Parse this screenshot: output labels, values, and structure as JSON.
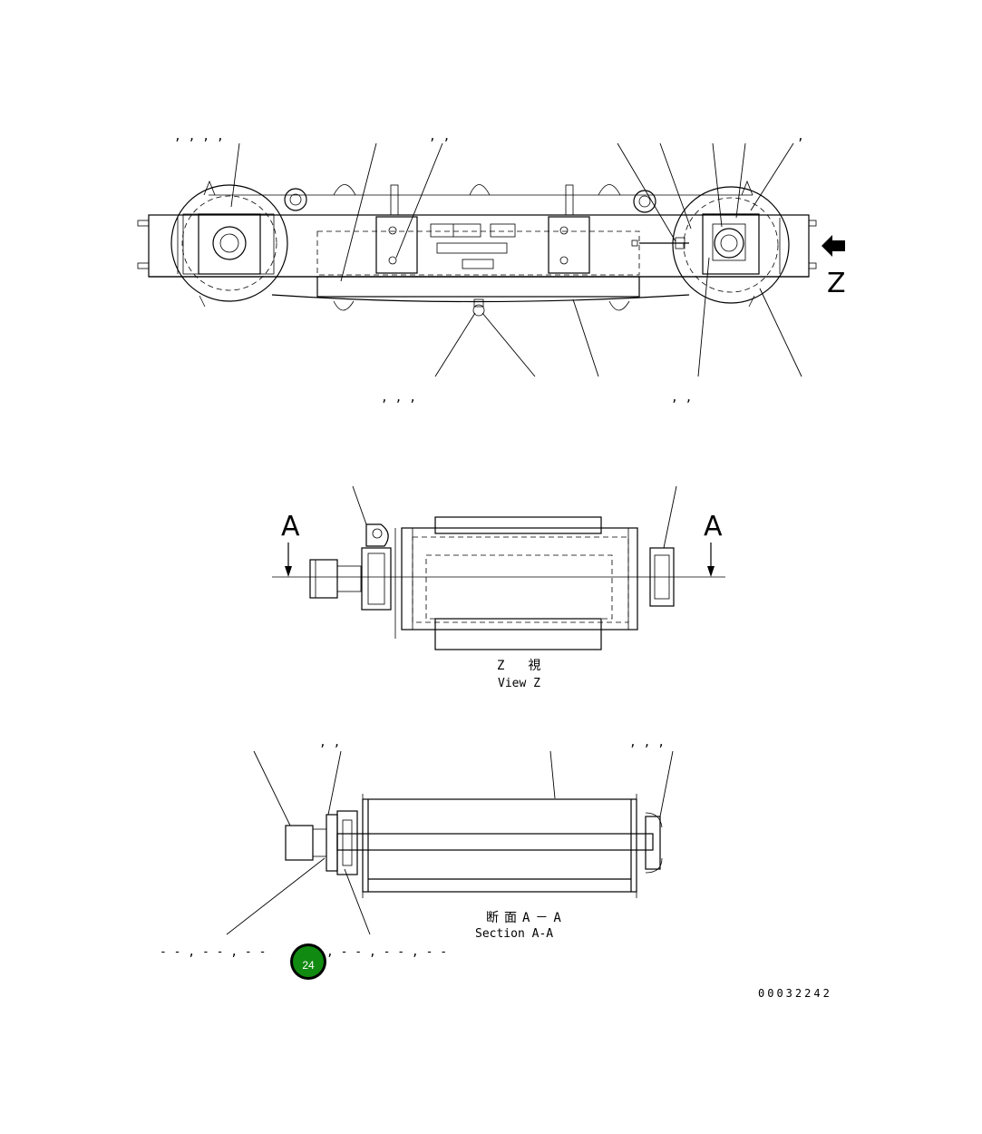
{
  "views": {
    "z_view_label_cjk": "Z　視",
    "z_view_label_en": "View Z",
    "section_label_cjk": "断面A－A",
    "section_label_en": "Section A-A",
    "z_marker": "Z",
    "section_marker_left": "A",
    "section_marker_right": "A"
  },
  "callouts": {
    "top_upper": [
      ",  ,  ,  ,",
      ",  ,",
      ","
    ],
    "top_lower": [
      ",  ,  ,",
      ",  ,"
    ],
    "bottom_upper": [
      ",  ,",
      ",  ,  ,"
    ],
    "bottom_left_line": "- - , - - , - -",
    "bottom_right_line": ", - - , - - , - -"
  },
  "badge": {
    "number": "24",
    "color": "#118a11"
  },
  "drawing_code": "00032242"
}
